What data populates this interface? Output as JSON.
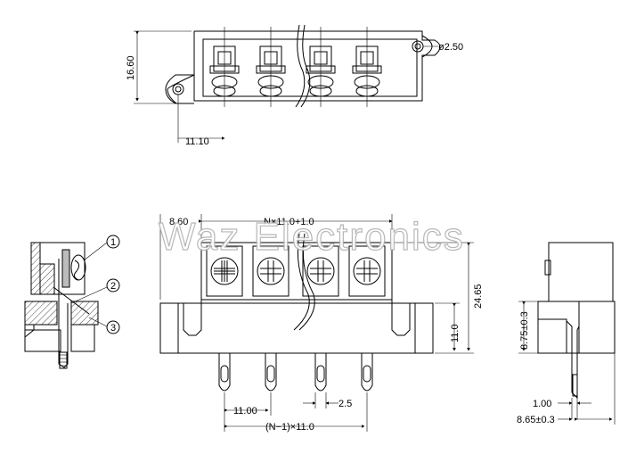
{
  "watermark": "Waz Electronics",
  "dimensions": {
    "top_height": "16.60",
    "top_offset": "11.10",
    "hole_diameter": "ø2.50",
    "front_left": "8.60",
    "front_width": "N×11.0+1.0",
    "front_height": "24.65",
    "front_base": "11.0",
    "pitch": "11.00",
    "pin_width": "2.5",
    "total_pitch": "(N−1)×11.0",
    "side_height": "8.75±0.3",
    "side_pin": "1.00",
    "side_depth": "8.65±0.3"
  },
  "callouts": [
    "1",
    "2",
    "3"
  ]
}
